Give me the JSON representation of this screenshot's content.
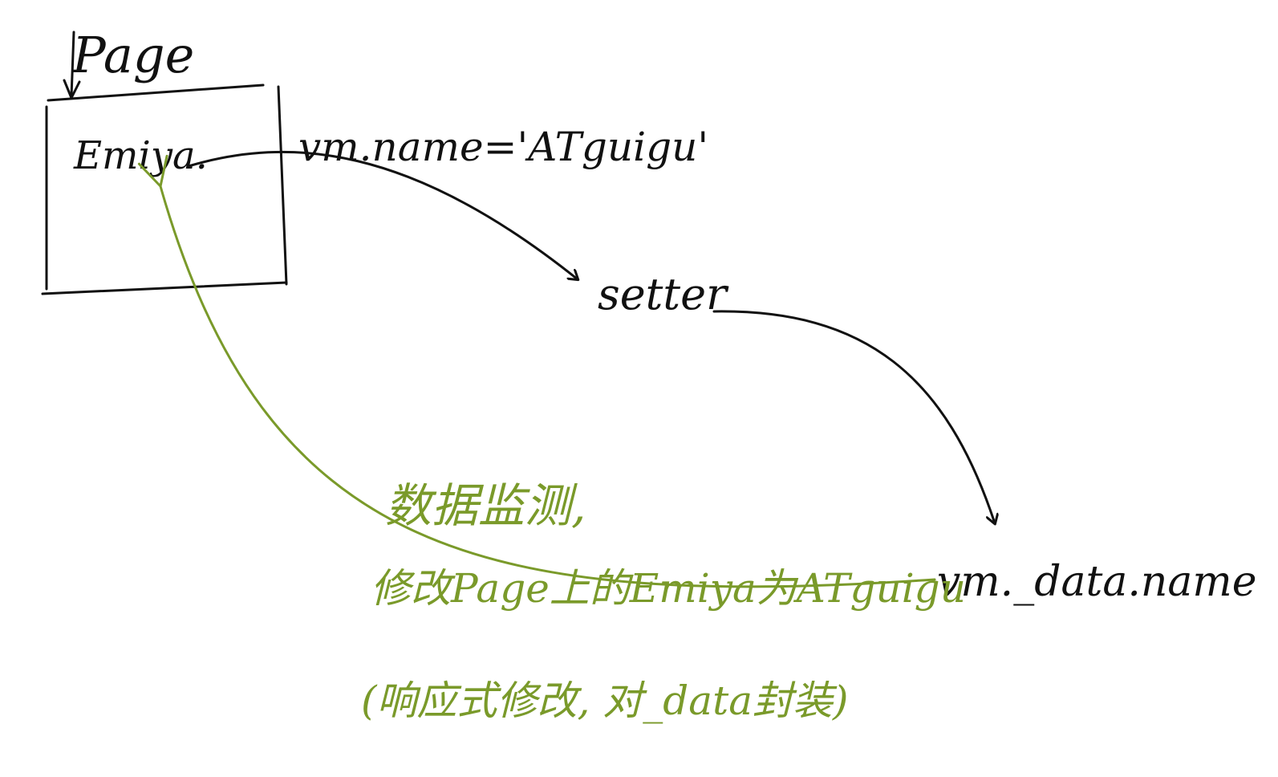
{
  "labels": {
    "page": "Page",
    "emiya": "Emiya.",
    "assignment": "vm.name='ATguigu'",
    "setter": "setter",
    "data_name": "vm._data.name"
  },
  "annotation": {
    "line1": "数据监测,",
    "line2": "修改Page上的Emiya为ATguigu",
    "line3": "(响应式修改, 对_data封装)"
  },
  "colors": {
    "ink": "#111111",
    "accent": "#7a9a2a"
  }
}
